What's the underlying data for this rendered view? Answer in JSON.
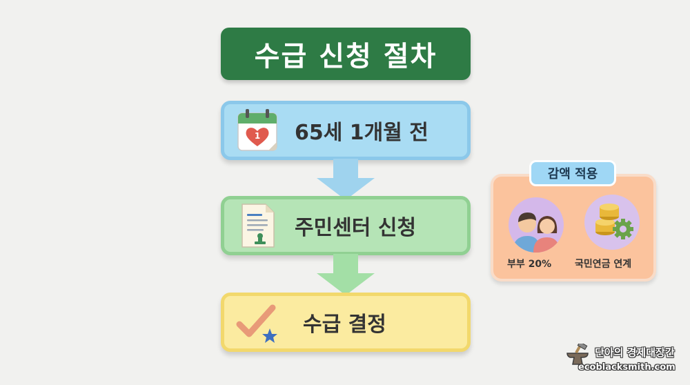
{
  "title": "수급 신청 절차",
  "steps": [
    {
      "label": "65세 1개월 전",
      "icon": "calendar-heart-icon",
      "color": "#a9dcf3"
    },
    {
      "label": "주민센터 신청",
      "icon": "document-stamp-icon",
      "color": "#b5e4b6"
    },
    {
      "label": "수급 결정",
      "icon": "checkmark-star-icon",
      "color": "#fbeba0"
    }
  ],
  "reduction": {
    "title": "감액 적용",
    "items": [
      {
        "label": "부부 20%",
        "icon": "couple-icon"
      },
      {
        "label": "국민연금 연계",
        "icon": "coins-gear-icon"
      }
    ]
  },
  "watermark": {
    "name": "단아의 경제대장간",
    "url": "ecoblacksmith.com"
  },
  "calendar_day": "1"
}
